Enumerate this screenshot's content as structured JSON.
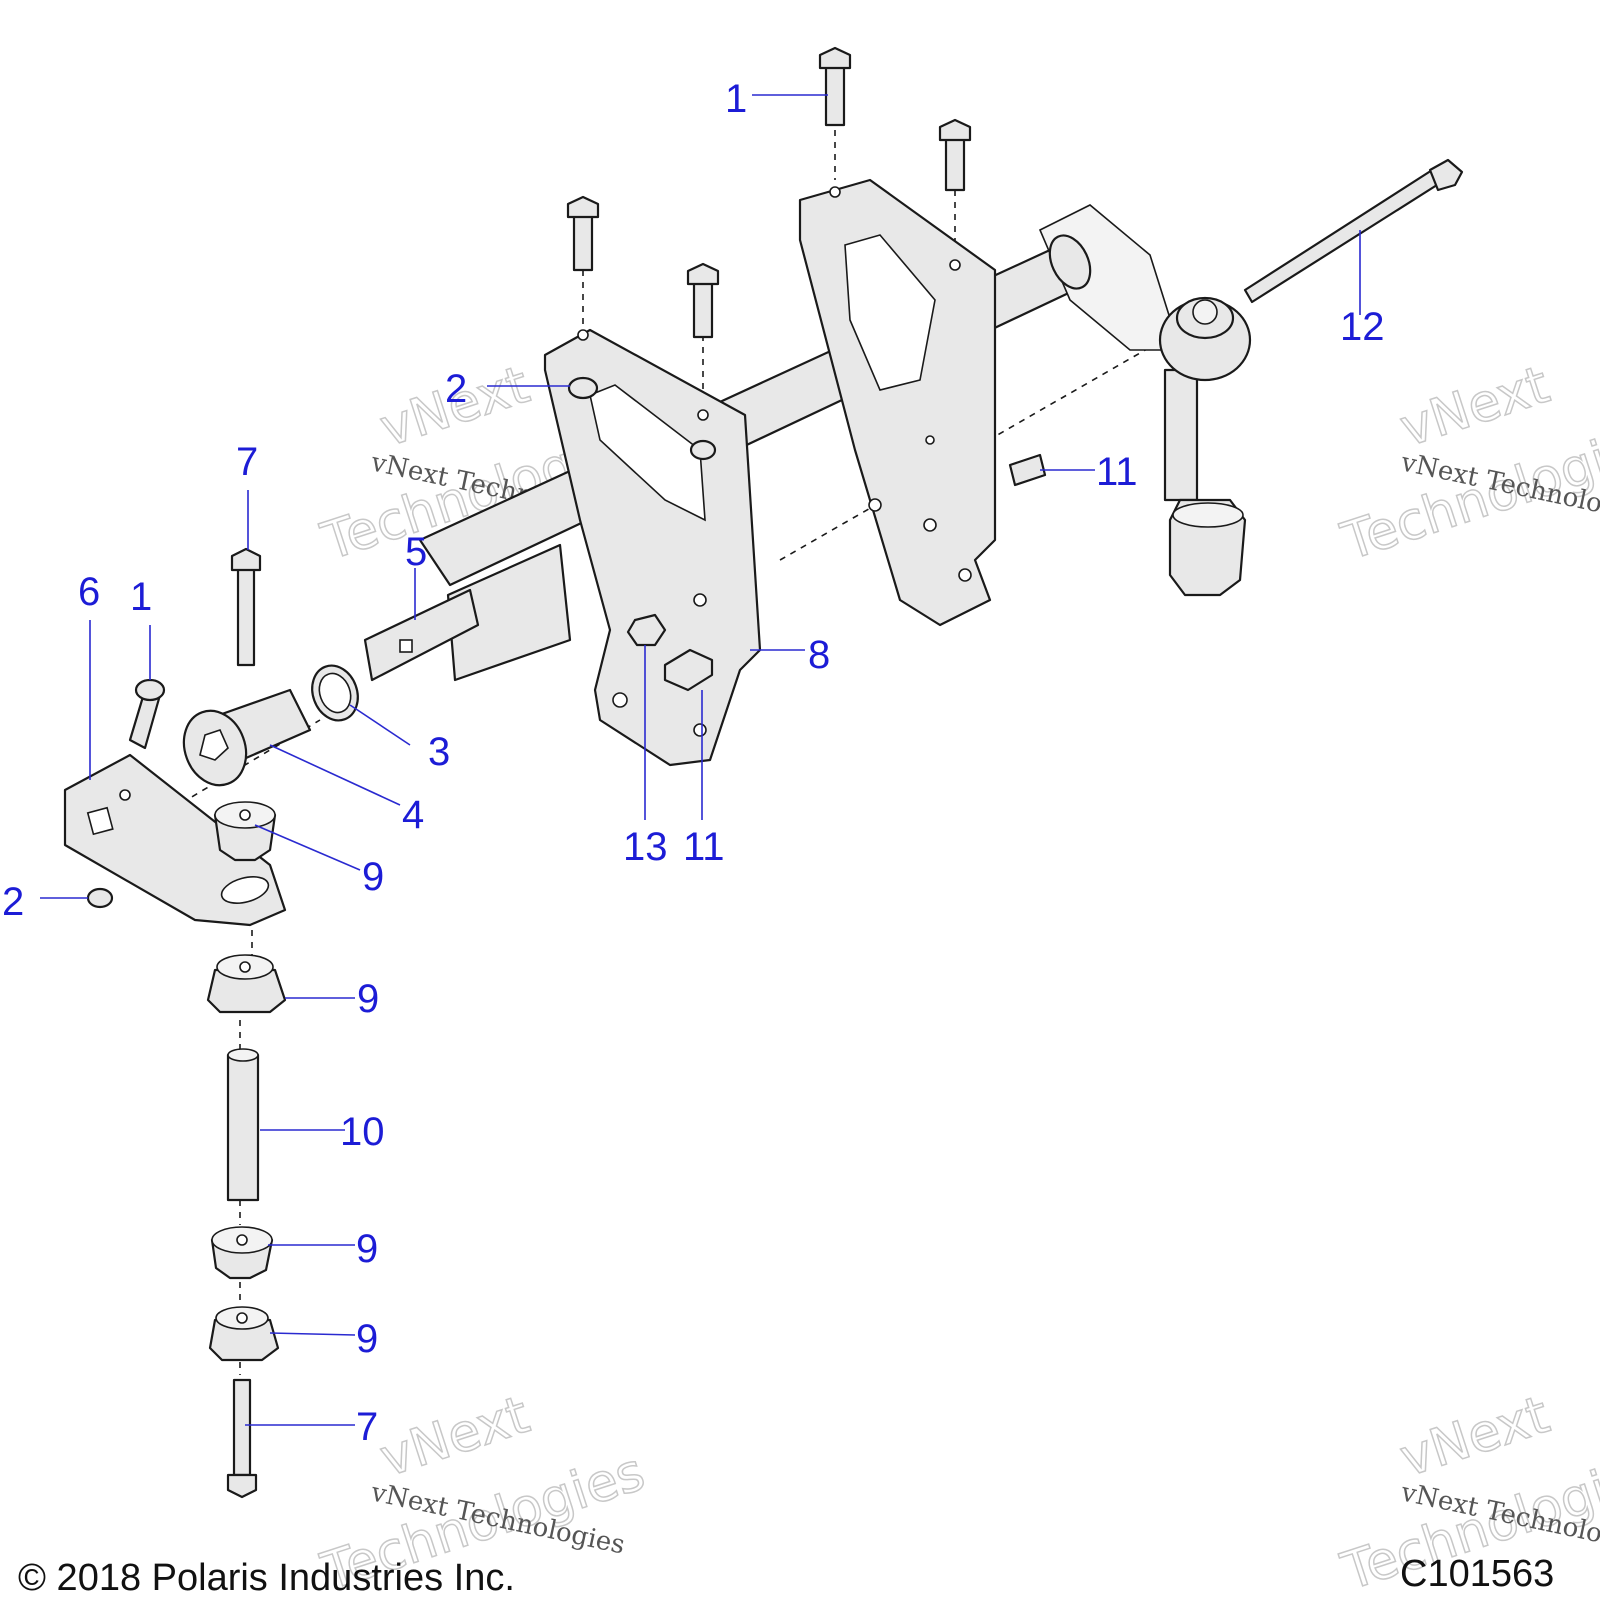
{
  "callouts": [
    {
      "label": "1"
    },
    {
      "label": "1"
    },
    {
      "label": "2"
    },
    {
      "label": "2"
    },
    {
      "label": "3"
    },
    {
      "label": "4"
    },
    {
      "label": "5"
    },
    {
      "label": "6"
    },
    {
      "label": "7"
    },
    {
      "label": "7"
    },
    {
      "label": "8"
    },
    {
      "label": "9"
    },
    {
      "label": "9"
    },
    {
      "label": "9"
    },
    {
      "label": "9"
    },
    {
      "label": "10"
    },
    {
      "label": "11"
    },
    {
      "label": "11"
    },
    {
      "label": "12"
    },
    {
      "label": "13"
    }
  ],
  "watermark": {
    "small": "vNext Technologies",
    "big_line1": "vNext",
    "big_line2": "Technologies"
  },
  "footer": {
    "copyright": "© 2018 Polaris Industries Inc.",
    "figure_id": "C101563"
  },
  "colors": {
    "callout": "#1c1cd6",
    "line": "#1a1a1a",
    "part_fill": "#e8e8e8"
  }
}
